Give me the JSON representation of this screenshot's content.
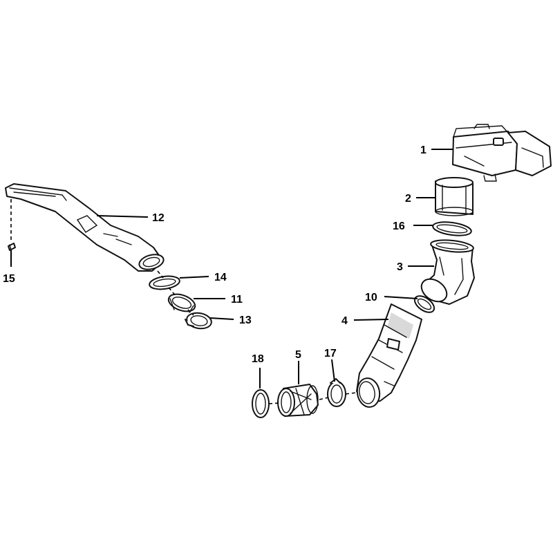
{
  "callouts": {
    "c1": "1",
    "c2": "2",
    "c3": "3",
    "c4": "4",
    "c5": "5",
    "c10": "10",
    "c11": "11",
    "c12": "12",
    "c13": "13",
    "c14": "14",
    "c15": "15",
    "c16": "16",
    "c17": "17",
    "c18": "18"
  },
  "colors": {
    "line": "#111111",
    "background": "#ffffff",
    "shade": "#d9d9d9"
  }
}
